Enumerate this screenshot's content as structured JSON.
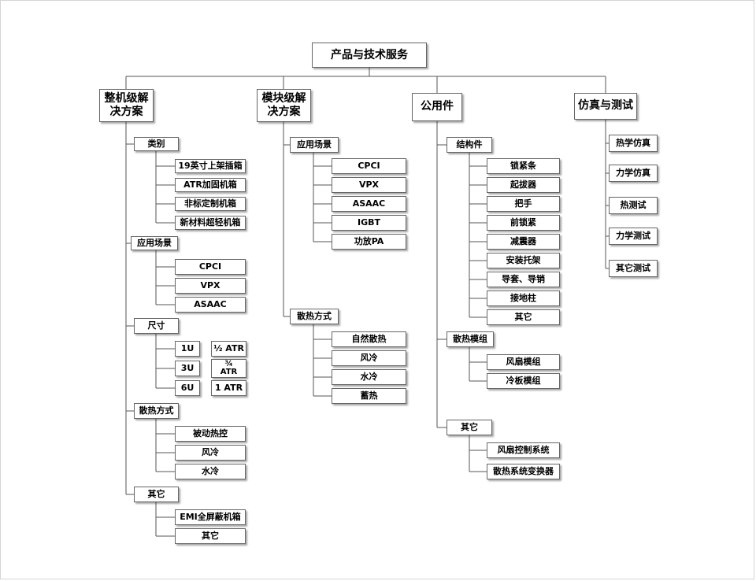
{
  "root": "产品与技术服务",
  "columns": {
    "c1": {
      "title": "整机级解\n决方案",
      "cat": {
        "label": "类别",
        "items": [
          "19英寸上架插箱",
          "ATR加固机箱",
          "非标定制机箱",
          "新材料超轻机箱"
        ]
      },
      "app": {
        "label": "应用场景",
        "items": [
          "CPCI",
          "VPX",
          "ASAAC"
        ]
      },
      "size": {
        "label": "尺寸",
        "u": [
          "1U",
          "3U",
          "6U"
        ],
        "atr": [
          "½ ATR",
          "¾\nATR",
          "1 ATR"
        ]
      },
      "cool": {
        "label": "散热方式",
        "items": [
          "被动热控",
          "风冷",
          "水冷"
        ]
      },
      "other": {
        "label": "其它",
        "items": [
          "EMI全屏蔽机箱",
          "其它"
        ]
      }
    },
    "c2": {
      "title": "模块级解\n决方案",
      "app": {
        "label": "应用场景",
        "items": [
          "CPCI",
          "VPX",
          "ASAAC",
          "IGBT",
          "功放PA"
        ]
      },
      "cool": {
        "label": "散热方式",
        "items": [
          "自然散热",
          "风冷",
          "水冷",
          "蓄热"
        ]
      }
    },
    "c3": {
      "title": "公用件",
      "struct": {
        "label": "结构件",
        "items": [
          "锁紧条",
          "起拔器",
          "把手",
          "前锁紧",
          "减震器",
          "安装托架",
          "导套、导销",
          "接地柱",
          "其它"
        ]
      },
      "cool": {
        "label": "散热模组",
        "items": [
          "风扇模组",
          "冷板模组"
        ]
      },
      "other": {
        "label": "其它",
        "items": [
          "风扇控制系统",
          "散热系统变换器"
        ]
      }
    },
    "c4": {
      "title": "仿真与测试",
      "items": [
        "热学仿真",
        "力学仿真",
        "热测试",
        "力学测试",
        "其它测试"
      ]
    }
  }
}
